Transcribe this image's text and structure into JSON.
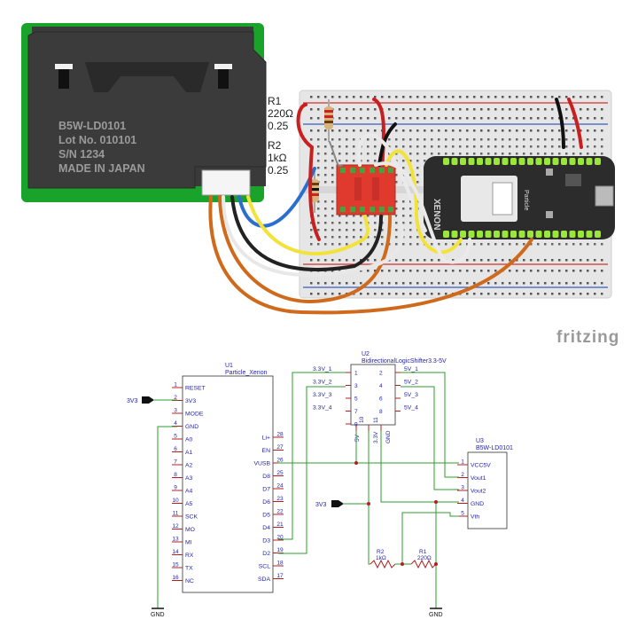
{
  "breadboard": {
    "sensor": {
      "model": "B5W-LD0101",
      "lot": "Lot No. 010101",
      "serial": "S/N 1234",
      "origin": "MADE IN JAPAN"
    },
    "r1": {
      "ref": "R1",
      "value": "220Ω",
      "power": "0.25"
    },
    "r2": {
      "ref": "R2",
      "value": "1kΩ",
      "power": "0.25"
    },
    "board_brand": "XENON",
    "board_vendor": "Particle",
    "app_logo": "fritzing"
  },
  "schematic": {
    "u1": {
      "ref": "U1",
      "name": "Particle_Xenon",
      "left_pins": [
        {
          "num": "1",
          "name": "RESET"
        },
        {
          "num": "2",
          "name": "3V3"
        },
        {
          "num": "3",
          "name": "MODE"
        },
        {
          "num": "4",
          "name": "GND"
        },
        {
          "num": "5",
          "name": "A0"
        },
        {
          "num": "6",
          "name": "A1"
        },
        {
          "num": "7",
          "name": "A2"
        },
        {
          "num": "8",
          "name": "A3"
        },
        {
          "num": "9",
          "name": "A4"
        },
        {
          "num": "10",
          "name": "A5"
        },
        {
          "num": "11",
          "name": "SCK"
        },
        {
          "num": "12",
          "name": "MO"
        },
        {
          "num": "13",
          "name": "MI"
        },
        {
          "num": "14",
          "name": "RX"
        },
        {
          "num": "15",
          "name": "TX"
        },
        {
          "num": "16",
          "name": "NC"
        }
      ],
      "right_pins": [
        {
          "num": "28",
          "name": "Li+"
        },
        {
          "num": "27",
          "name": "EN"
        },
        {
          "num": "26",
          "name": "VUSB"
        },
        {
          "num": "25",
          "name": "D8"
        },
        {
          "num": "24",
          "name": "D7"
        },
        {
          "num": "23",
          "name": "D6"
        },
        {
          "num": "22",
          "name": "D5"
        },
        {
          "num": "21",
          "name": "D4"
        },
        {
          "num": "20",
          "name": "D3"
        },
        {
          "num": "19",
          "name": "D2"
        },
        {
          "num": "18",
          "name": "SCL"
        },
        {
          "num": "17",
          "name": "SDA"
        }
      ]
    },
    "u2": {
      "ref": "U2",
      "name": "BidirectionalLogicShifter3.3-5V",
      "pins_left": [
        "1",
        "3",
        "5",
        "7",
        "9"
      ],
      "pins_right": [
        "2",
        "4",
        "6",
        "8"
      ],
      "pins_bottom": [
        "10",
        "11"
      ],
      "bottom_labels": [
        "5V",
        "3.3V",
        "GND"
      ],
      "net_left": [
        "3.3V_1",
        "3.3V_2",
        "3.3V_3",
        "3.3V_4"
      ],
      "net_right": [
        "5V_1",
        "5V_2",
        "5V_3",
        "5V_4"
      ]
    },
    "u3": {
      "ref": "U3",
      "name": "B5W-LD0101",
      "pins": [
        {
          "num": "1",
          "name": "VCC5V"
        },
        {
          "num": "2",
          "name": "Vout1"
        },
        {
          "num": "3",
          "name": "Vout2"
        },
        {
          "num": "4",
          "name": "GND"
        },
        {
          "num": "5",
          "name": "Vth"
        }
      ]
    },
    "r1": {
      "ref": "R1",
      "value": "220Ω"
    },
    "r2": {
      "ref": "R2",
      "value": "1kΩ"
    },
    "power_3v3_left": "3V3",
    "power_3v3_mid": "3V3",
    "gnd_left": "GND",
    "gnd_right": "GND"
  },
  "colors": {
    "sensor_body": "#3a3a3a",
    "sensor_pcb": "#1aa32a",
    "breadboard": "#e8e8e8",
    "rail_red": "#d03030",
    "rail_blue": "#3a5bbf",
    "shifter": "#e03a2e",
    "xenon_board": "#2c2c2c",
    "header_green": "#9be63a",
    "wire_green": "#2e9c2e",
    "wire_blue": "#1f1fa8",
    "pin_red": "#b02020"
  }
}
